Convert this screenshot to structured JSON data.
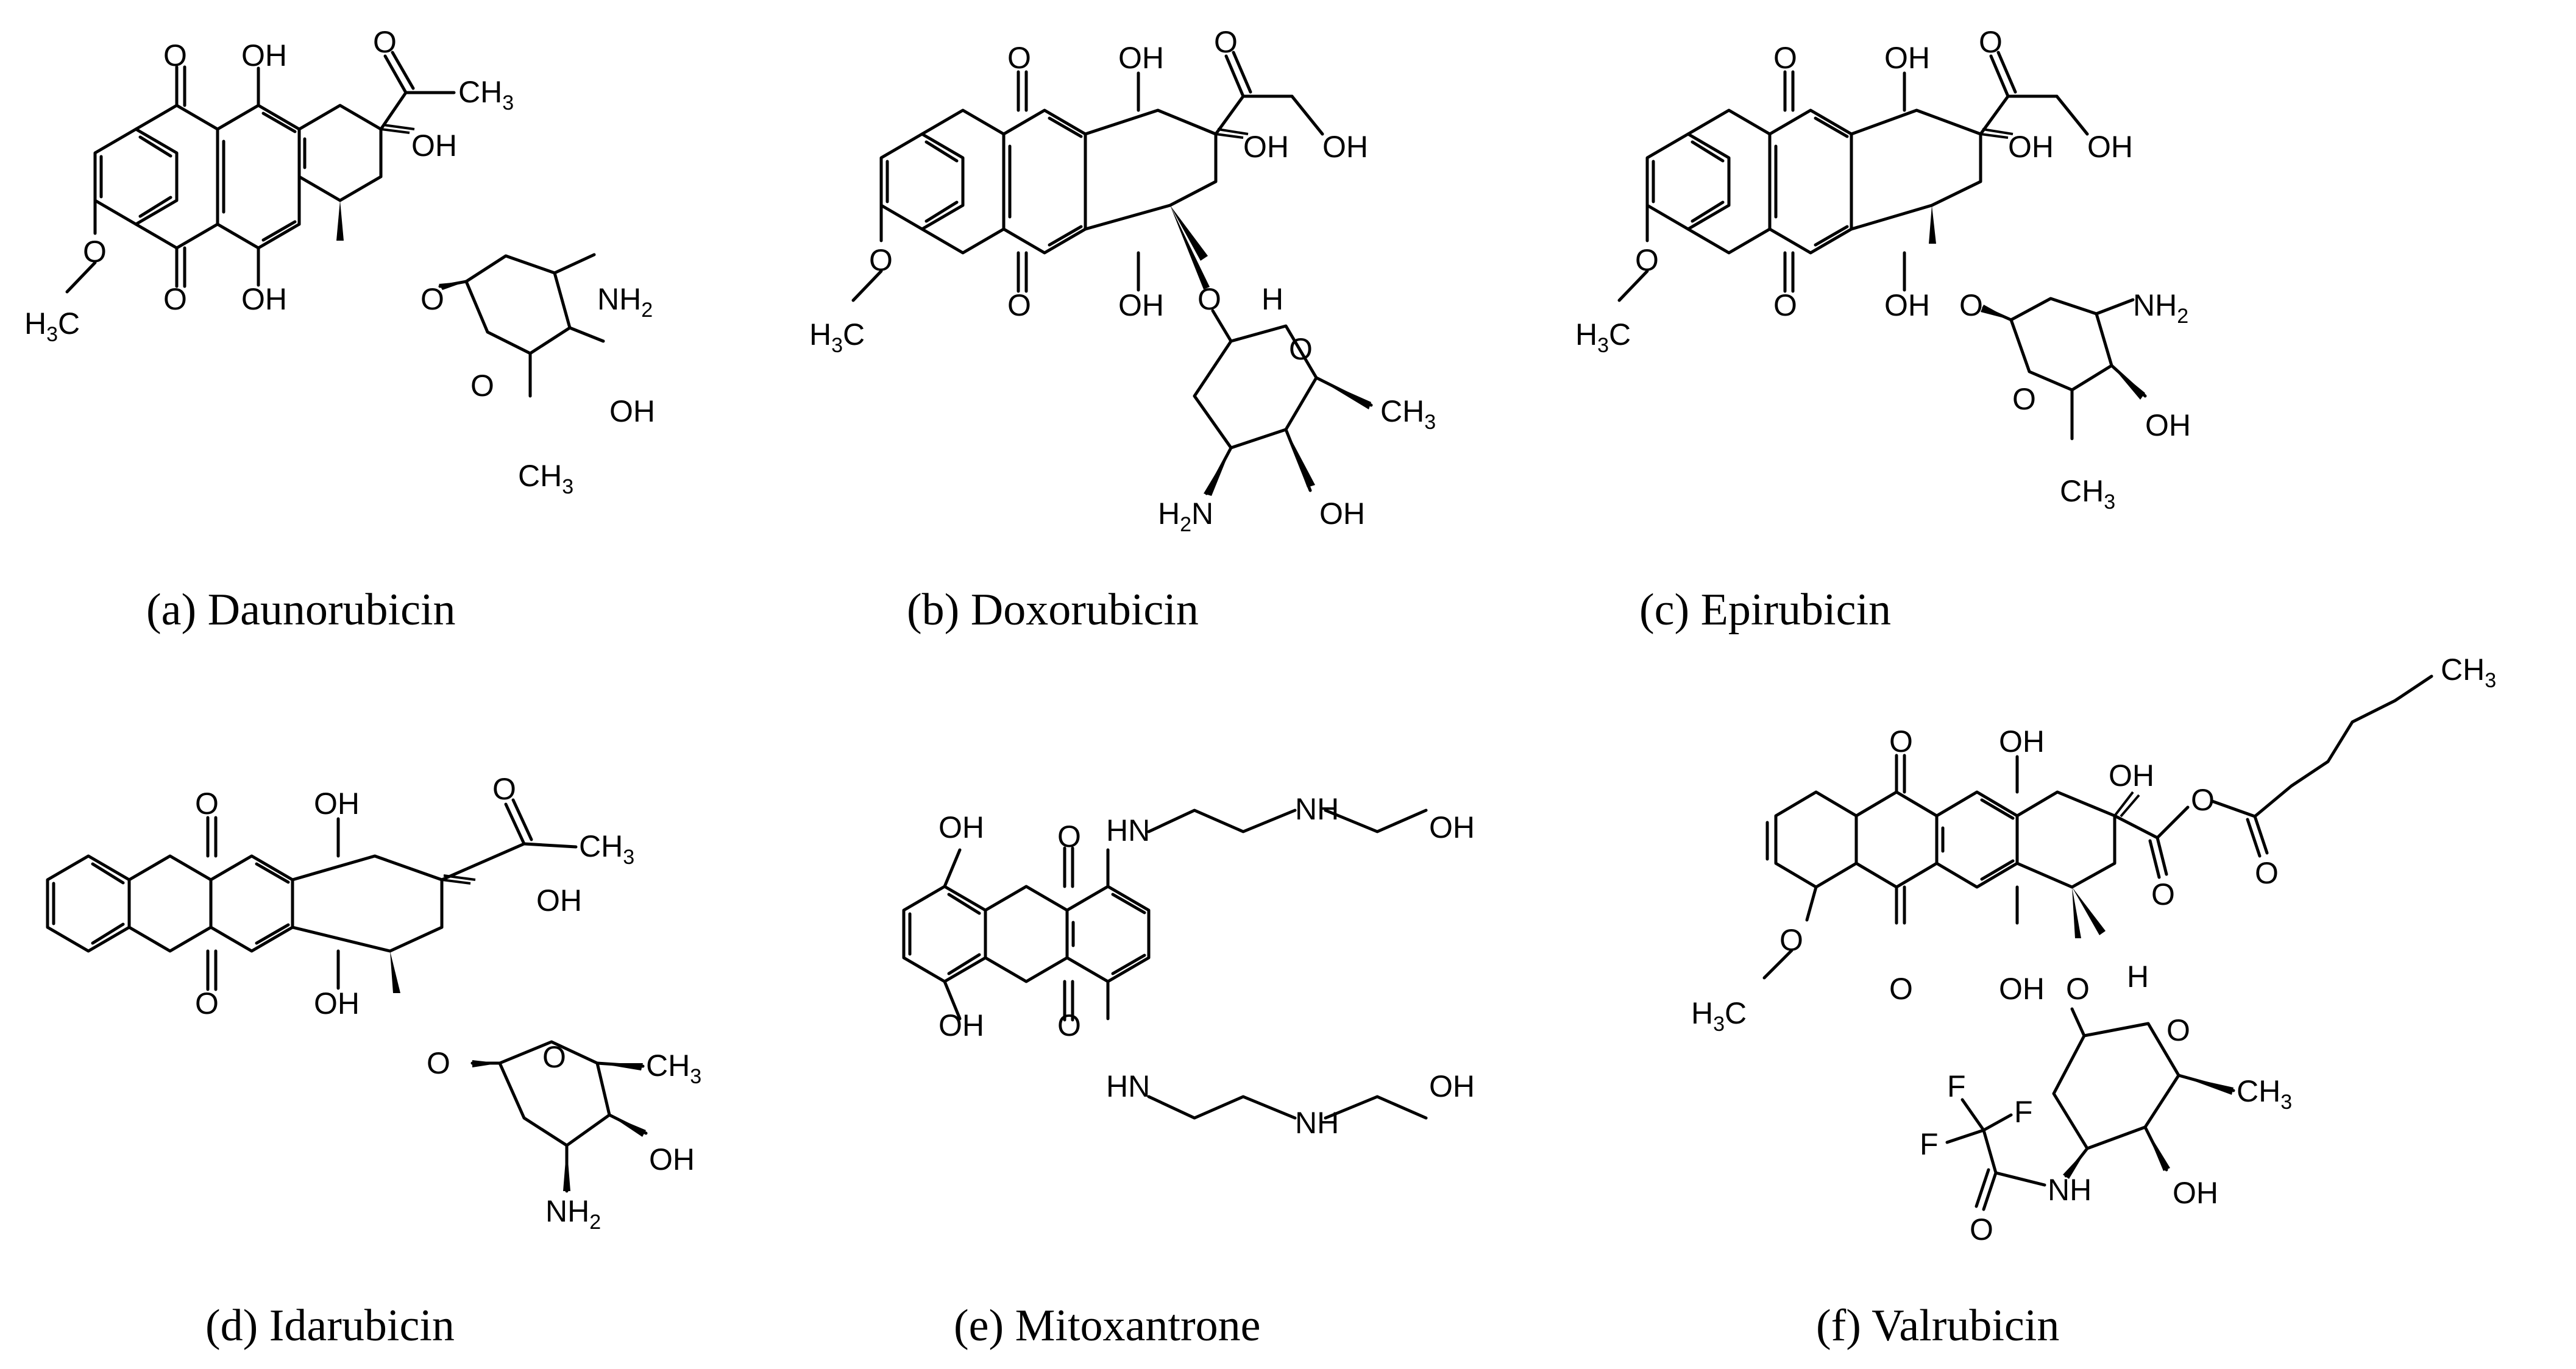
{
  "figure": {
    "molecules": [
      {
        "id": "a",
        "caption": "(a) Daunorubicin",
        "labels": {
          "o_top": "O",
          "oh_top": "OH",
          "o_acetyl": "O",
          "ch3": "CH",
          "ch3_sub": "3",
          "oh_c9": "OH",
          "h3c": "H",
          "h3c_sub": "3",
          "h3c_c": "C",
          "ome_o": "O",
          "o_bot": "O",
          "oh_bot": "OH",
          "o_glyc": "O",
          "nh2": "NH",
          "nh2_sub": "2",
          "ring_o": "O",
          "oh_sugar": "OH",
          "ch3_sugar": "CH",
          "ch3_sugar_sub": "3"
        }
      },
      {
        "id": "b",
        "caption": "(b) Doxorubicin",
        "labels": {
          "o_top": "O",
          "oh_top": "OH",
          "o_acetyl": "O",
          "oh_ch2": "OH",
          "oh_c9": "OH",
          "h3c": "H",
          "h3c_sub": "3",
          "h3c_c": "C",
          "ome_o": "O",
          "o_bot": "O",
          "oh_bot": "OH",
          "h_c7": "H",
          "o_glyc": "O",
          "ring_o": "O",
          "ch3_sugar": "CH",
          "ch3_sugar_sub": "3",
          "h2n": "H",
          "h2n_sub": "2",
          "h2n_n": "N",
          "oh_sugar": "OH"
        }
      },
      {
        "id": "c",
        "caption": "(c) Epirubicin",
        "labels": {
          "o_top": "O",
          "oh_top": "OH",
          "o_acetyl": "O",
          "oh_ch2": "OH",
          "oh_c9": "OH",
          "h3c": "H",
          "h3c_sub": "3",
          "h3c_c": "C",
          "ome_o": "O",
          "o_bot": "O",
          "oh_bot": "OH",
          "o_glyc": "O",
          "nh2": "NH",
          "nh2_sub": "2",
          "ring_o": "O",
          "oh_sugar": "OH",
          "ch3_sugar": "CH",
          "ch3_sugar_sub": "3"
        }
      },
      {
        "id": "d",
        "caption": "(d) Idarubicin",
        "labels": {
          "o_top": "O",
          "oh_top": "OH",
          "o_acetyl": "O",
          "ch3": "CH",
          "ch3_sub": "3",
          "oh_c9": "OH",
          "o_bot": "O",
          "oh_bot": "OH",
          "o_glyc": "O",
          "ring_o": "O",
          "ch3_sugar": "CH",
          "ch3_sugar_sub": "3",
          "oh_sugar": "OH",
          "nh2": "NH",
          "nh2_sub": "2"
        }
      },
      {
        "id": "e",
        "caption": "(e) Mitoxantrone",
        "labels": {
          "oh_top": "OH",
          "o_top": "O",
          "hn_top": "HN",
          "nh_top": "NH",
          "oh_chain_top": "OH",
          "oh_bot": "OH",
          "o_bot": "O",
          "hn_bot": "HN",
          "nh_bot": "NH",
          "oh_chain_bot": "OH"
        }
      },
      {
        "id": "f",
        "caption": "(f) Valrubicin",
        "labels": {
          "ch3_tail": "CH",
          "ch3_tail_sub": "3",
          "o_top": "O",
          "oh_top": "OH",
          "oh_c9": "OH",
          "o_ester": "O",
          "o_carbonyl_ester": "O",
          "o_keto": "O",
          "h3c": "H",
          "h3c_sub": "3",
          "h3c_c": "C",
          "ome_o": "O",
          "o_bot": "O",
          "oh_bot": "OH",
          "o_glyc": "O",
          "h_c7": "H",
          "ring_o": "O",
          "ch3_sugar": "CH",
          "ch3_sugar_sub": "3",
          "f1": "F",
          "f2": "F",
          "f3": "F",
          "nh": "NH",
          "o_amide": "O",
          "oh_sugar": "OH"
        }
      }
    ]
  }
}
